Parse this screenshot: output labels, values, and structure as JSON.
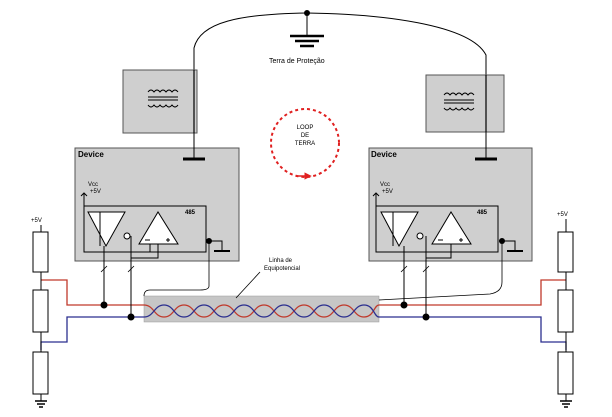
{
  "labels": {
    "ground": "Terra de Proteção",
    "loop": [
      "LOOP",
      "DE",
      "TERRA"
    ],
    "device_left": "Device",
    "device_right": "Device",
    "vcc_left": [
      "Vcc",
      "+5V"
    ],
    "vcc_right": [
      "Vcc",
      "+5V"
    ],
    "chip_left": "485",
    "chip_right": "485",
    "equip": [
      "Linha de",
      "Equipotencial"
    ],
    "supply_left": "+5V",
    "supply_right": "+5V"
  },
  "colors": {
    "device_fill": "#cfcfcf",
    "equip_fill": "#c6c6c6",
    "wire_red": "#c0392b",
    "wire_blue": "#2b2f8f",
    "loop_red": "#e02020",
    "line": "#000000"
  }
}
